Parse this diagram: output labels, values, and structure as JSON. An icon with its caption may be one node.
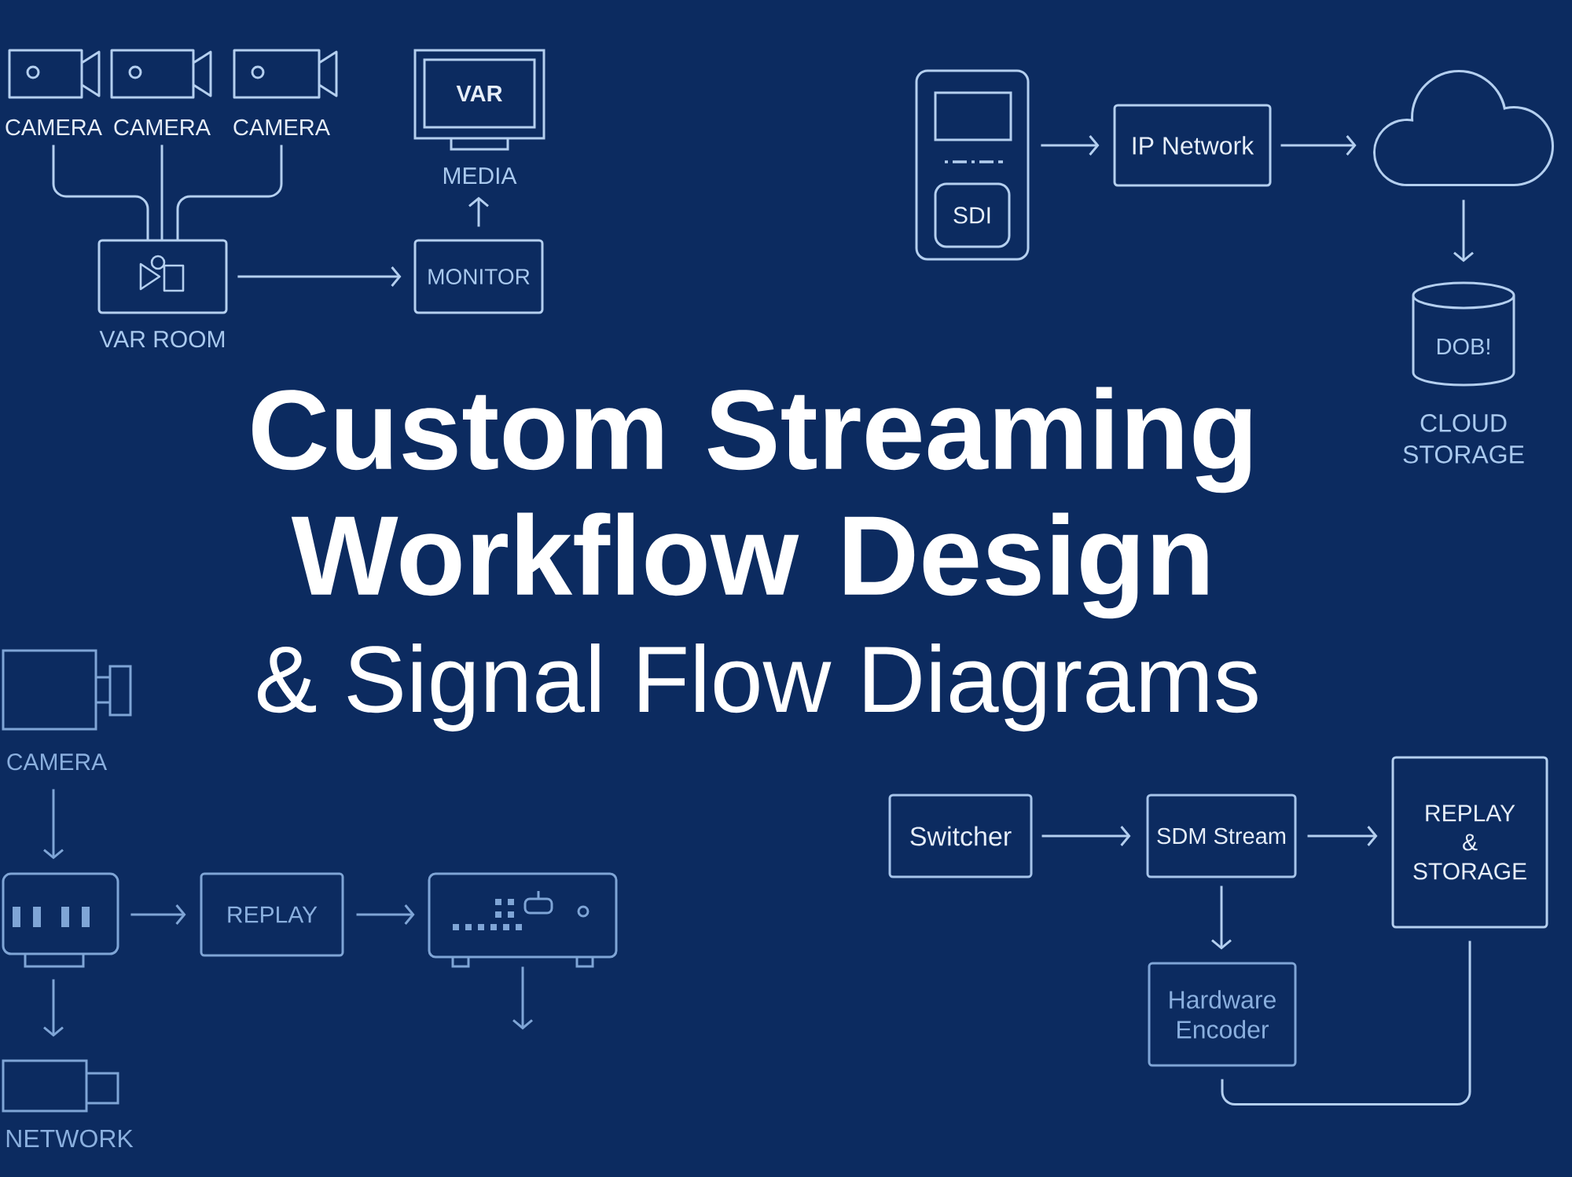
{
  "diagram": {
    "title": "Custom Streaming Workflow Design",
    "nodes": [
      {
        "text": [
          "CAMERA"
        ]
      },
      {
        "text": [
          "CAMERA"
        ]
      },
      {
        "text": [
          "CAMERA"
        ]
      },
      {
        "text": [
          "VAR ROOM"
        ]
      },
      {
        "text": [
          "MONITOR"
        ]
      },
      {
        "text": [
          "VAR",
          "MEDIA"
        ]
      },
      {
        "text": [],
        "shape": "box"
      },
      {
        "text": [
          "SDI"
        ],
        "in": 6
      },
      {
        "text": [
          "IP Network"
        ]
      },
      {
        "text": [],
        "shape": "cloud"
      },
      {
        "text": [
          "DOB!",
          "CLOUD STORAGE"
        ]
      },
      {
        "text": [
          "CAMERA"
        ]
      },
      {
        "text": [],
        "shape": "box"
      },
      {
        "text": [
          "NETWORK"
        ]
      },
      {
        "text": [
          "REPLAY"
        ]
      },
      {
        "text": [],
        "shape": "box"
      },
      {
        "text": [
          "Switcher"
        ]
      },
      {
        "text": [
          "SDM Stream"
        ]
      },
      {
        "text": [
          "REPLAY & STORAGE"
        ]
      },
      {
        "text": [
          "Hardware Encoder"
        ]
      }
    ],
    "edges": [
      {
        "from": 0,
        "to": 3,
        "arrow": "none"
      },
      {
        "from": 1,
        "to": 3,
        "arrow": "none"
      },
      {
        "from": 2,
        "to": 3,
        "arrow": "none"
      },
      {
        "from": 3,
        "to": 4,
        "arrow": "to"
      },
      {
        "from": 4,
        "to": 5,
        "arrow": "to"
      },
      {
        "from": 6,
        "to": 8,
        "arrow": "to"
      },
      {
        "from": 8,
        "to": 9,
        "arrow": "to"
      },
      {
        "from": 9,
        "to": 10,
        "arrow": "to"
      },
      {
        "from": 11,
        "to": 12,
        "arrow": "to",
        "color": "#7fa5d6"
      },
      {
        "from": 12,
        "to": 13,
        "arrow": "to",
        "color": "#7fa5d6"
      },
      {
        "from": 12,
        "to": 14,
        "arrow": "to",
        "color": "#7fa5d6"
      },
      {
        "from": 14,
        "to": 15,
        "arrow": "to",
        "color": "#7fa5d6"
      },
      {
        "from": 15,
        "to": null,
        "arrow": "to",
        "color": "#7fa5d6"
      },
      {
        "from": 16,
        "to": 17,
        "arrow": "to"
      },
      {
        "from": 17,
        "to": 18,
        "arrow": "to"
      },
      {
        "from": 17,
        "to": 19,
        "arrow": "to"
      },
      {
        "from": 19,
        "to": 18,
        "arrow": "none"
      }
    ],
    "labels": [
      "& Signal Flow Diagrams"
    ]
  }
}
